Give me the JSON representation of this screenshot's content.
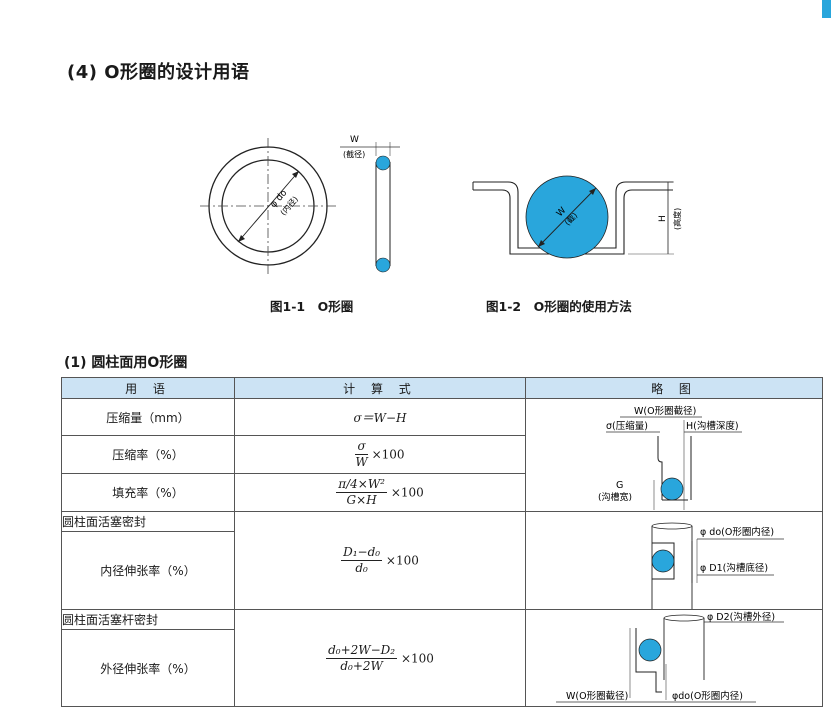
{
  "section_title": "(4) O形圈的设计用语",
  "figures": {
    "fig1": {
      "caption": "图1-1　O形圈",
      "w_label": "W",
      "w_sub": "(截径)",
      "d_label": "φ do",
      "d_sub": "(内径)"
    },
    "fig2": {
      "caption": "图1-2　O形圈的使用方法",
      "w_label": "W",
      "w_sub": "(截)",
      "h_label": "H",
      "h_sub": "(高度)"
    }
  },
  "subsection_title": "(1) 圆柱面用O形圈",
  "table": {
    "headers": [
      "用 语",
      "计 算 式",
      "略 图"
    ],
    "rows": {
      "compression": {
        "term": "压缩量（mm）",
        "formula": "σ＝W−H"
      },
      "compression_rate": {
        "term": "压缩率（%）",
        "num": "σ",
        "den": "W",
        "mult": "×100"
      },
      "fill_rate": {
        "term": "填充率（%）",
        "num": "π/4×W²",
        "den": "G×H",
        "mult": "×100"
      },
      "piston_group": {
        "title": "圆柱面活塞密封",
        "term": "内径伸张率（%）",
        "num": "D₁−d₀",
        "den": "d₀",
        "mult": "×100"
      },
      "rod_group": {
        "title": "圆柱面活塞杆密封",
        "term": "外径伸张率（%）",
        "num": "d₀+2W−D₂",
        "den": "d₀+2W",
        "mult": "×100"
      }
    },
    "diagram1": {
      "w_label": "W(O形圈截径)",
      "sigma_label": "σ(压缩量)",
      "h_label": "H(沟槽深度)",
      "g_label": "G",
      "g_sub": "(沟槽宽)"
    },
    "diagram2": {
      "d0_label": "φ do(O形圈内径)",
      "d1_label": "φ D1(沟槽底径)"
    },
    "diagram3": {
      "d2_label": "φ D2(沟槽外径)",
      "w_label": "W(O形圈截径)",
      "d0_label": "φdo(O形圈内径)"
    }
  },
  "colors": {
    "oring_fill": "#29a6dc",
    "header_bg": "#cce3f4",
    "edge_bar": "#29a6dc"
  }
}
